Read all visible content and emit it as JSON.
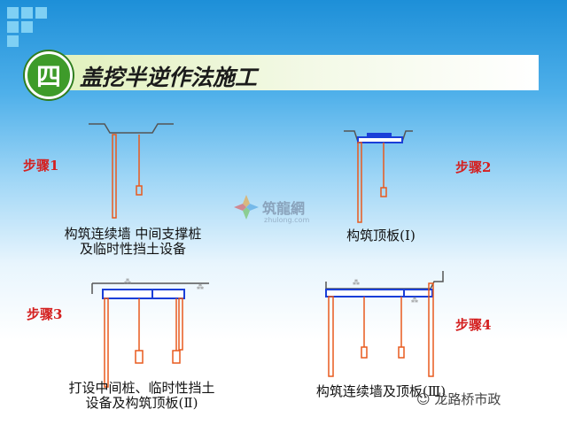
{
  "title": {
    "badge": "四",
    "text": "盖挖半逆作法施工"
  },
  "steps": [
    {
      "label": "步骤1",
      "caption_line1": "构筑连续墙 中间支撑桩",
      "caption_line2": "及临时性挡土设备"
    },
    {
      "label": "步骤2",
      "caption_line1": "构筑顶板(Ⅰ)"
    },
    {
      "label": "步骤3",
      "caption_line1": "打设中间桩、临时性挡土",
      "caption_line2": "设备及构筑顶板(Ⅱ)"
    },
    {
      "label": "步骤4",
      "caption_line1": "构筑连续墙及顶板(Ⅲ)"
    }
  ],
  "watermark": {
    "text": "筑龍網",
    "url": "zhulong.com"
  },
  "footer": {
    "wechat": "龙路桥市政"
  },
  "colors": {
    "pile": "#e85a1e",
    "slab": "#1a3fd8",
    "ground": "#555555",
    "step": "#d42020"
  }
}
